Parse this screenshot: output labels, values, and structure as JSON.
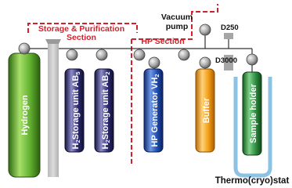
{
  "sections": {
    "storage_purification": {
      "line1": "Storage & Purification",
      "line2": "Section"
    },
    "hp_section": {
      "label": "HP Section"
    }
  },
  "labels": {
    "vacuum_pump_line1": "Vacuum",
    "vacuum_pump_line2": "pump",
    "d250": "D250",
    "d3000": "D3000",
    "thermostat": "Thermo(cryo)stat"
  },
  "components": {
    "hydrogen": {
      "label": "Hydrogen",
      "color": "#5fae2e"
    },
    "ab5": {
      "label_pre": "H",
      "label_sub": "2",
      "label_mid": "Storage unit AB",
      "label_sub2": "5",
      "color": "#2c2a6e"
    },
    "ab2": {
      "label_pre": "H",
      "label_sub": "2",
      "label_mid": "Storage unit AB",
      "label_sub2": "2",
      "color": "#2c2a6e"
    },
    "vh2": {
      "label_main": "HP Generator VH",
      "label_sub": "2",
      "color": "#1f4db0"
    },
    "buffer": {
      "label": "Buffer",
      "color": "#f19a12"
    },
    "sample_holder": {
      "label": "Sample holder",
      "color": "#2e8b3e"
    }
  },
  "colors": {
    "section_border": "#d4202a",
    "pipe": "#333333",
    "valve": "#9a9a9a",
    "thermostat_bath": "#8cc2e3"
  }
}
